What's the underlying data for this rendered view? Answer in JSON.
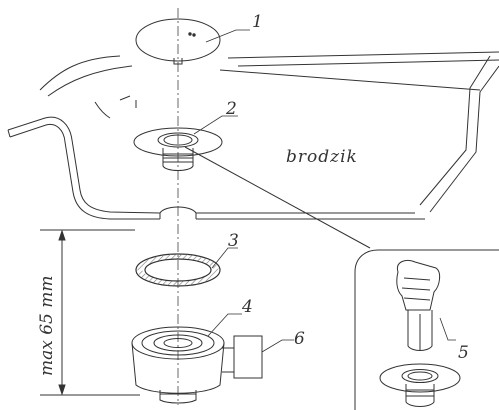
{
  "diagram": {
    "callouts": [
      "1",
      "2",
      "3",
      "4",
      "5",
      "6"
    ],
    "tray_label": "brodzik",
    "dimension_label": "max 65 mm"
  },
  "colors": {
    "line": "#333333",
    "background": "#ffffff",
    "hatch": "#777777"
  }
}
